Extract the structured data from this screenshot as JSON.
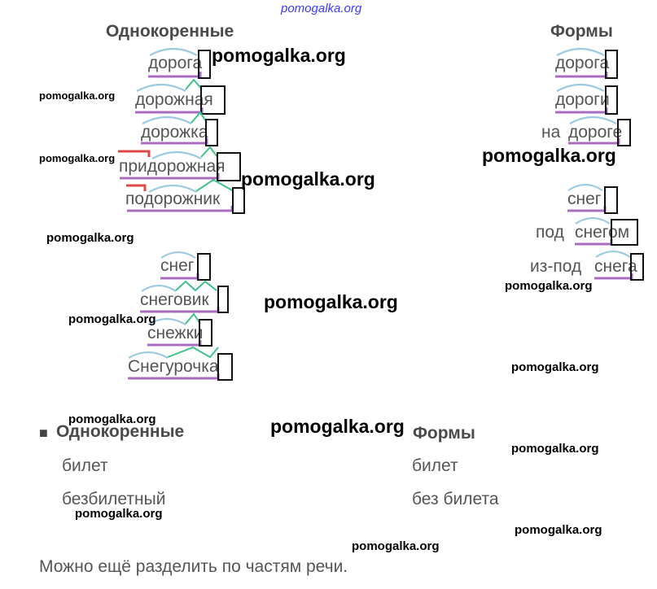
{
  "watermark_top": "pomogalka.org",
  "watermark_text": "pomogalka.org",
  "section1": {
    "heading_left": "Однокоренные",
    "heading_right": "Формы",
    "doroga_cognates": [
      "дорога",
      "дорожная",
      "дорожка",
      "придорожная",
      "подорожник"
    ],
    "doroga_forms": [
      "дорога",
      "дороги",
      "на",
      "дороге"
    ],
    "sneg_cognates": [
      "снег",
      "снеговик",
      "снежки",
      "Снегурочка"
    ],
    "sneg_forms": [
      "снег",
      "под",
      "снегом",
      "из-под",
      "снега"
    ]
  },
  "section2": {
    "bullet": "■",
    "heading_left": "Однокоренные",
    "heading_right": "Формы",
    "cognates": [
      "билет",
      "безбилетный"
    ],
    "forms": [
      "билет",
      "без билета"
    ]
  },
  "footer": "Можно ещё разделить по частям речи.",
  "colors": {
    "root_arc": "#9ecbe3",
    "base_line": "#a86cc0",
    "suffix": "#3fc28a",
    "prefix": "#e04848",
    "ending_box": "#111111"
  }
}
